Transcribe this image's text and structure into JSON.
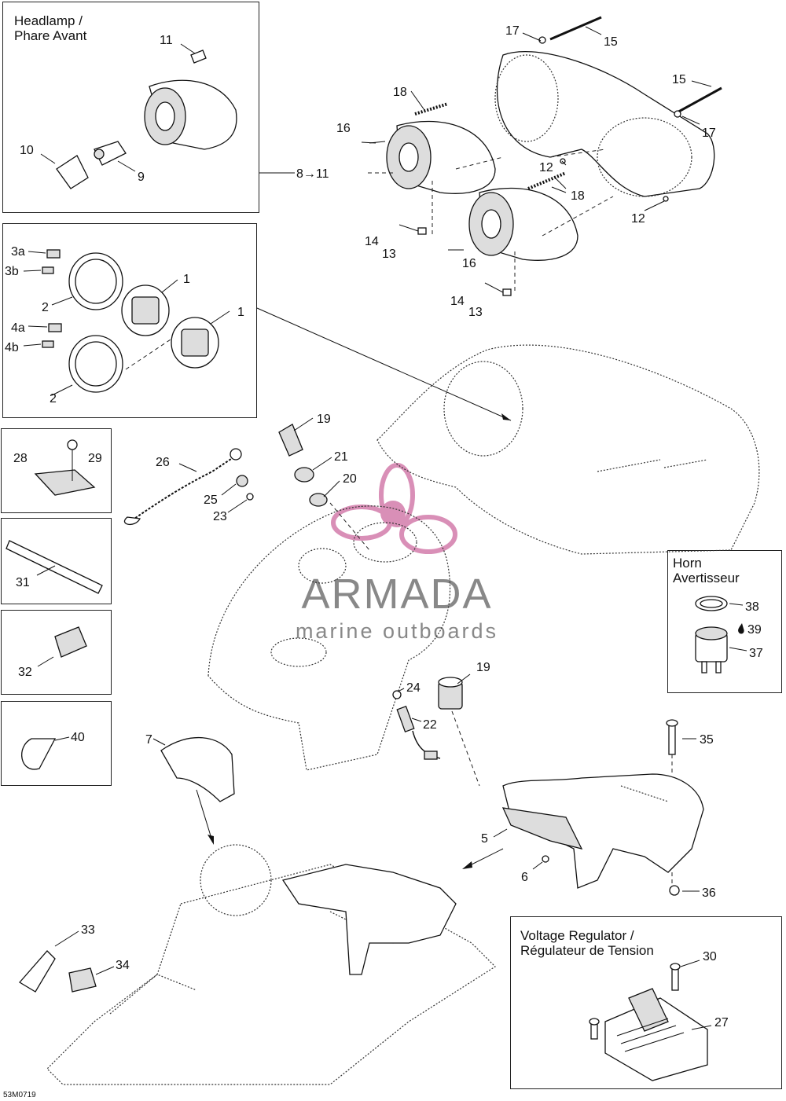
{
  "panels": {
    "headlamp": {
      "title": "Headlamp /\nPhare Avant",
      "arrow_ref": "8→11"
    },
    "horn": {
      "title": "Horn\nAvertisseur"
    },
    "regulator": {
      "title": "Voltage Regulator /\nRégulateur de Tension"
    }
  },
  "watermark": {
    "brand": "ARMADA",
    "tagline": "marine outboards",
    "accent_color": "#d98fb7",
    "text_color": "#8a8a8a"
  },
  "drawing_code": "53M0719",
  "callouts": [
    {
      "id": "c11a",
      "text": "11"
    },
    {
      "id": "c10",
      "text": "10"
    },
    {
      "id": "c9",
      "text": "9"
    },
    {
      "id": "c17a",
      "text": "17"
    },
    {
      "id": "c15a",
      "text": "15"
    },
    {
      "id": "c15b",
      "text": "15"
    },
    {
      "id": "c17b",
      "text": "17"
    },
    {
      "id": "c18a",
      "text": "18"
    },
    {
      "id": "c16a",
      "text": "16"
    },
    {
      "id": "c12a",
      "text": "12"
    },
    {
      "id": "c18b",
      "text": "18"
    },
    {
      "id": "c12b",
      "text": "12"
    },
    {
      "id": "c14a",
      "text": "14"
    },
    {
      "id": "c13a",
      "text": "13"
    },
    {
      "id": "c16b",
      "text": "16"
    },
    {
      "id": "c14b",
      "text": "14"
    },
    {
      "id": "c13b",
      "text": "13"
    },
    {
      "id": "c3a",
      "text": "3a"
    },
    {
      "id": "c3b",
      "text": "3b"
    },
    {
      "id": "c1a",
      "text": "1"
    },
    {
      "id": "c2a",
      "text": "2"
    },
    {
      "id": "c1b",
      "text": "1"
    },
    {
      "id": "c4a",
      "text": "4a"
    },
    {
      "id": "c4b",
      "text": "4b"
    },
    {
      "id": "c2b",
      "text": "2"
    },
    {
      "id": "c28",
      "text": "28"
    },
    {
      "id": "c29",
      "text": "29"
    },
    {
      "id": "c31",
      "text": "31"
    },
    {
      "id": "c32",
      "text": "32"
    },
    {
      "id": "c40",
      "text": "40"
    },
    {
      "id": "c19a",
      "text": "19"
    },
    {
      "id": "c26",
      "text": "26"
    },
    {
      "id": "c21",
      "text": "21"
    },
    {
      "id": "c20",
      "text": "20"
    },
    {
      "id": "c25",
      "text": "25"
    },
    {
      "id": "c23",
      "text": "23"
    },
    {
      "id": "c38",
      "text": "38"
    },
    {
      "id": "c39",
      "text": "39"
    },
    {
      "id": "c37",
      "text": "37"
    },
    {
      "id": "c19b",
      "text": "19"
    },
    {
      "id": "c24",
      "text": "24"
    },
    {
      "id": "c22",
      "text": "22"
    },
    {
      "id": "c7",
      "text": "7"
    },
    {
      "id": "c35",
      "text": "35"
    },
    {
      "id": "c5",
      "text": "5"
    },
    {
      "id": "c6",
      "text": "6"
    },
    {
      "id": "c36",
      "text": "36"
    },
    {
      "id": "c33",
      "text": "33"
    },
    {
      "id": "c34",
      "text": "34"
    },
    {
      "id": "c30",
      "text": "30"
    },
    {
      "id": "c27",
      "text": "27"
    }
  ]
}
